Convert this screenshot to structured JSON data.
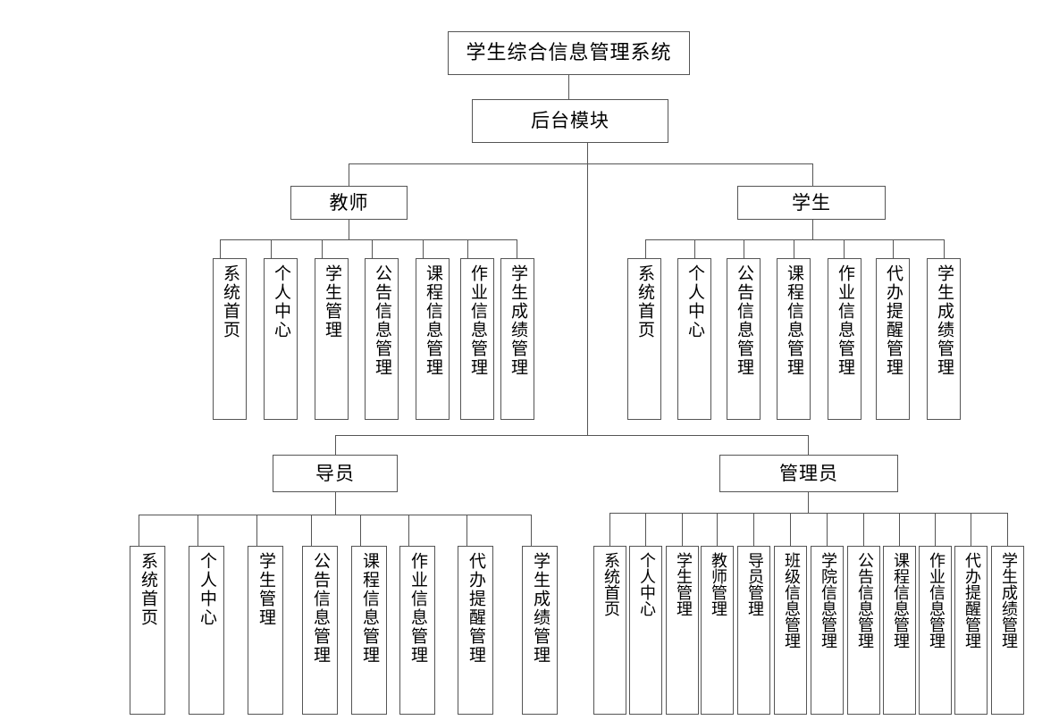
{
  "diagram": {
    "type": "organizational-tree",
    "title": "学生综合信息管理系统",
    "root": {
      "label": "学生综合信息管理系统"
    },
    "module": {
      "label": "后台模块"
    },
    "roles": [
      {
        "key": "teacher",
        "label": "教师",
        "items": [
          "系统首页",
          "个人中心",
          "学生管理",
          "公告信息管理",
          "课程信息管理",
          "作业信息管理",
          "学生成绩管理"
        ]
      },
      {
        "key": "student",
        "label": "学生",
        "items": [
          "系统首页",
          "个人中心",
          "公告信息管理",
          "课程信息管理",
          "作业信息管理",
          "代办提醒管理",
          "学生成绩管理"
        ]
      },
      {
        "key": "counselor",
        "label": "导员",
        "items": [
          "系统首页",
          "个人中心",
          "学生管理",
          "公告信息管理",
          "课程信息管理",
          "作业信息管理",
          "代办提醒管理",
          "学生成绩管理"
        ]
      },
      {
        "key": "admin",
        "label": "管理员",
        "items": [
          "系统首页",
          "个人中心",
          "学生管理",
          "教师管理",
          "导员管理",
          "班级信息管理",
          "学院信息管理",
          "公告信息管理",
          "课程信息管理",
          "作业信息管理",
          "代办提醒管理",
          "学生成绩管理"
        ]
      }
    ],
    "colors": {
      "stroke": "#555555",
      "text": "#000000",
      "background": "#ffffff"
    }
  }
}
